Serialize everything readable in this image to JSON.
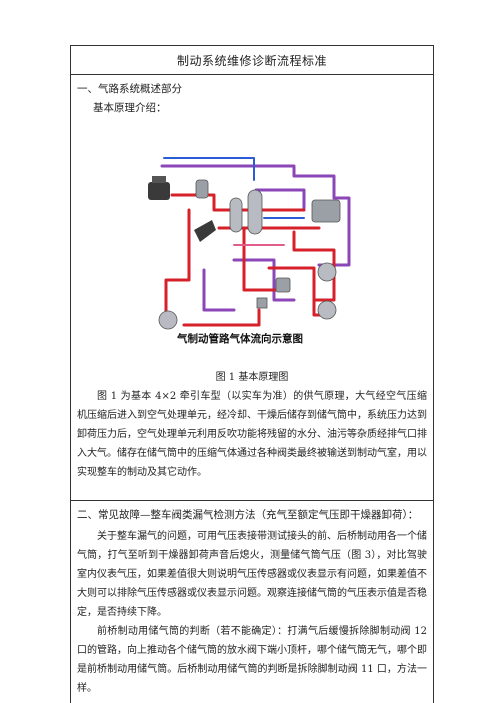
{
  "doc": {
    "title": "制动系统维修诊断流程标准",
    "section1": {
      "heading": "一、气路系统概述部分",
      "subheading": "基本原理介绍：",
      "diagram_title": "气制动管路气体流向示意图",
      "caption": "图 1  基本原理图",
      "paragraph": "图 1 为基本 4×2 牵引车型（以实车为准）的供气原理，大气经空气压缩机压缩后进入到空气处理单元，经冷却、干燥后储存到储气筒中，系统压力达到卸荷压力后，空气处理单元利用反吹功能将残留的水分、油污等杂质经排气口排入大气。储存在储气筒中的压缩气体通过各种阀类最终被输送到制动气室，用以实现整车的制动及其它动作。"
    },
    "section2": {
      "heading": "二、常见故障—整车阀类漏气检测方法（充气至额定气压即干燥器卸荷）：",
      "paragraph1": "关于整车漏气的问题，可用气压表接带测试接头的前、后桥制动用各一个储气筒，打气至听到干燥器卸荷声音后熄火，测量储气筒气压（图 3），对比驾驶室内仪表气压，如果差值很大则说明气压传感器或仪表显示有问题，如果差值不大则可以排除气压传感器或仪表显示问题。观察连接储气筒的气压表示值是否稳定，是否持续下降。",
      "paragraph2": "前桥制动用储气筒的判断（若不能确定）：打满气后缓慢拆除脚制动阀 12 口的管路，向上推动各个储气筒的放水阀下端小顶杆，哪个储气筒无气，哪个即是前桥制动用储气筒。后桥制动用储气筒的判断是拆除脚制动阀 11 口，方法一样。"
    }
  },
  "colors": {
    "line_red": "#d6202a",
    "line_purple": "#8b46b8",
    "line_blue": "#2c5bd6",
    "line_pink": "#e05d8c",
    "component_gray": "#9aa0a6"
  }
}
